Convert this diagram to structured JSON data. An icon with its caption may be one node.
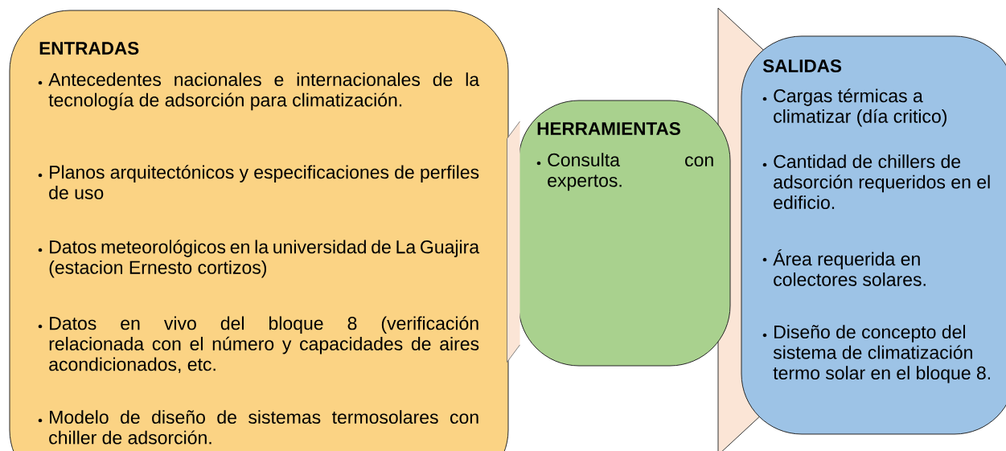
{
  "diagram": {
    "nodes": [
      {
        "text": [
          "ENTRADAS",
          "Antecedentes nacionales e internacionales de la tecnología de adsorción para climatización.",
          "Planos arquitectónicos y especificaciones de perfiles de uso",
          "Datos meteorológicos en la universidad de La Guajira (estacion Ernesto cortizos)",
          "Datos en vivo del bloque 8 (verificación relacionada con el número y capacidades de aires acondicionados, etc.",
          "Modelo de diseño de sistemas termosolares con chiller de adsorción."
        ]
      },
      {
        "text": [
          "HERRAMIENTAS",
          "Consulta con expertos."
        ]
      },
      {
        "text": [
          "SALIDAS",
          "Cargas térmicas a climatizar (día critico)",
          "Cantidad de chillers de adsorción requeridos en el edificio.",
          "Área requerida en colectores solares.",
          "Diseño de concepto del sistema de climatización termo solar en el bloque 8."
        ]
      }
    ],
    "edges": [
      {
        "from": 0,
        "to": 1,
        "arrow": "none"
      }
    ]
  }
}
